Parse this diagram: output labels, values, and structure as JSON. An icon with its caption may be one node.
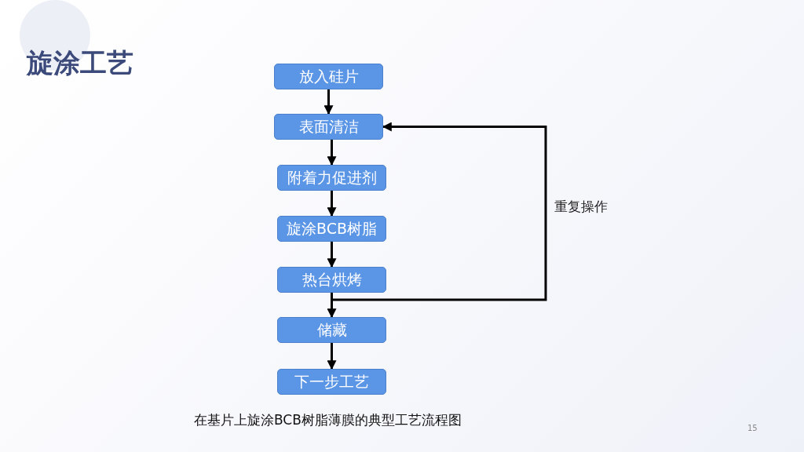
{
  "diagram": {
    "title": "旋涂工艺",
    "caption": "在基片上旋涂BCB树脂薄膜的典型工艺流程图",
    "nodes": [
      {
        "text": [
          "放入硅片"
        ]
      },
      {
        "text": [
          "表面清洁"
        ]
      },
      {
        "text": [
          "附着力促进剂"
        ]
      },
      {
        "text": [
          "旋涂BCB树脂"
        ]
      },
      {
        "text": [
          "热台烘烤"
        ]
      },
      {
        "text": [
          "储藏"
        ]
      },
      {
        "text": [
          "下一步工艺"
        ]
      }
    ],
    "edges": [
      {
        "from": 0,
        "to": 1,
        "arrow": "to"
      },
      {
        "from": 1,
        "to": 2,
        "arrow": "to"
      },
      {
        "from": 2,
        "to": 3,
        "arrow": "to"
      },
      {
        "from": 3,
        "to": 4,
        "arrow": "to"
      },
      {
        "from": 4,
        "to": 5,
        "arrow": "to"
      },
      {
        "from": 5,
        "to": 6,
        "arrow": "to"
      },
      {
        "from": 4,
        "to": 1,
        "arrow": "to",
        "label": "重复操作"
      }
    ],
    "labels": [
      "15"
    ]
  }
}
